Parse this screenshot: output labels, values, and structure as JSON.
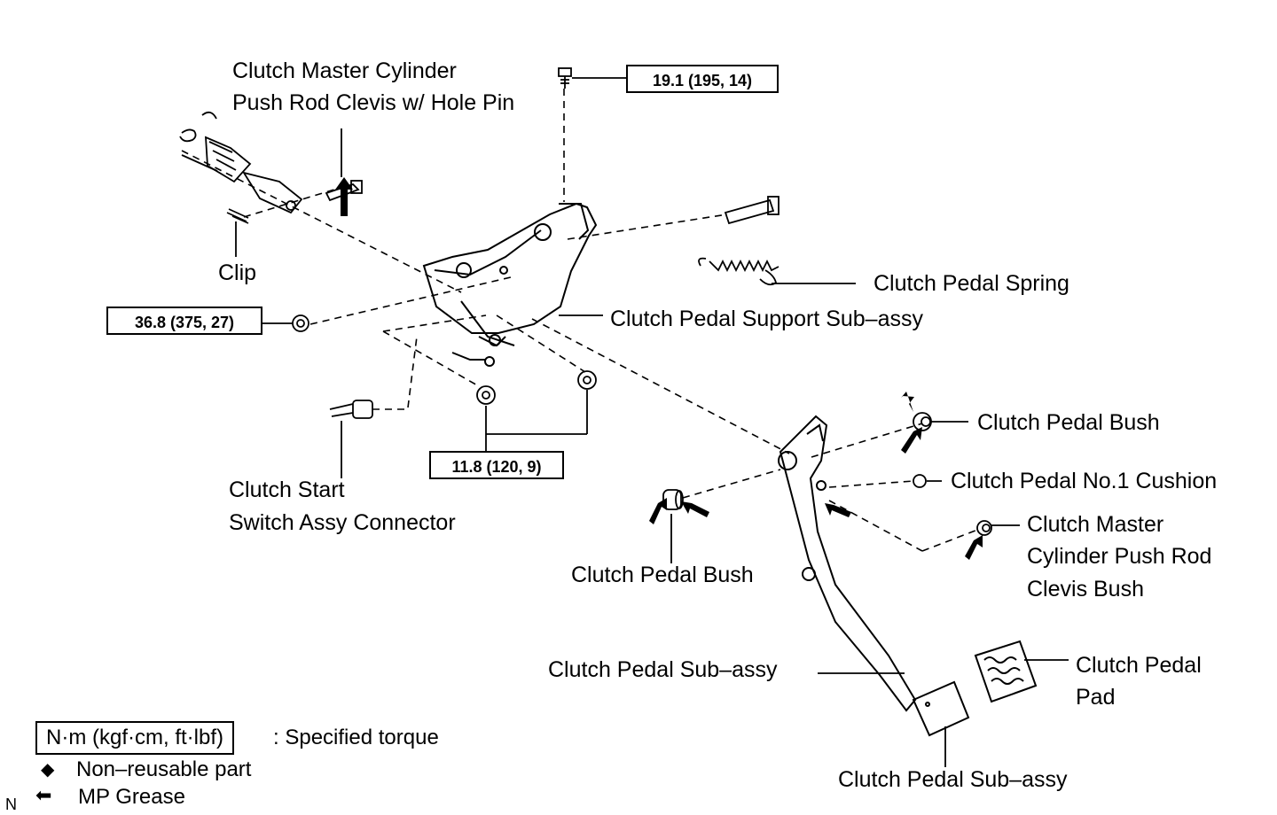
{
  "labels": {
    "clevis_pin": [
      "Clutch Master Cylinder",
      "Push Rod Clevis w/ Hole Pin"
    ],
    "clip": "Clip",
    "spring": "Clutch Pedal Spring",
    "support": "Clutch Pedal Support Sub–assy",
    "start_switch": [
      "Clutch Start",
      "Switch Assy Connector"
    ],
    "bush_right": "Clutch Pedal Bush",
    "cushion": "Clutch Pedal No.1 Cushion",
    "clevis_bush": [
      "Clutch Master",
      "Cylinder Push Rod",
      "Clevis Bush"
    ],
    "bush_left": "Clutch Pedal Bush",
    "pedal_sub_mid": "Clutch Pedal Sub–assy",
    "pedal_pad": [
      "Clutch Pedal",
      "Pad"
    ],
    "pedal_sub_bottom": "Clutch Pedal Sub–assy"
  },
  "torques": {
    "top_bolt": "19.1 (195, 14)",
    "left_nut": "36.8 (375, 27)",
    "lower_nuts": "11.8 (120, 9)"
  },
  "legend": {
    "torque_box": "N·m (kgf·cm, ft·lbf)",
    "torque_desc": ": Specified torque",
    "non_reusable_symbol": "◆",
    "non_reusable": "Non–reusable part",
    "grease_symbol": "⬅",
    "grease": "MP Grease"
  },
  "corner_mark": "N"
}
